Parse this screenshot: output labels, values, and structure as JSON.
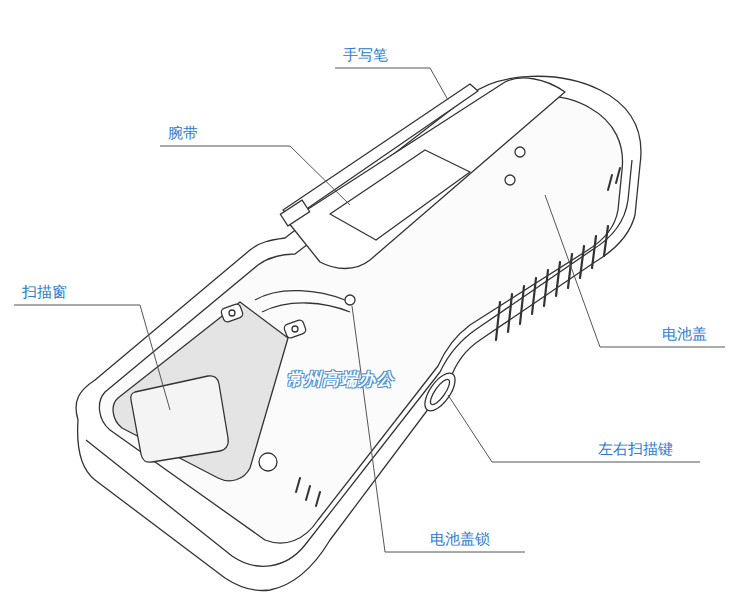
{
  "diagram": {
    "labels": [
      "手写笔",
      "腕带",
      "扫描窗",
      "电池盖",
      "左右扫描键",
      "电池盖锁",
      "常州高端办公"
    ]
  }
}
